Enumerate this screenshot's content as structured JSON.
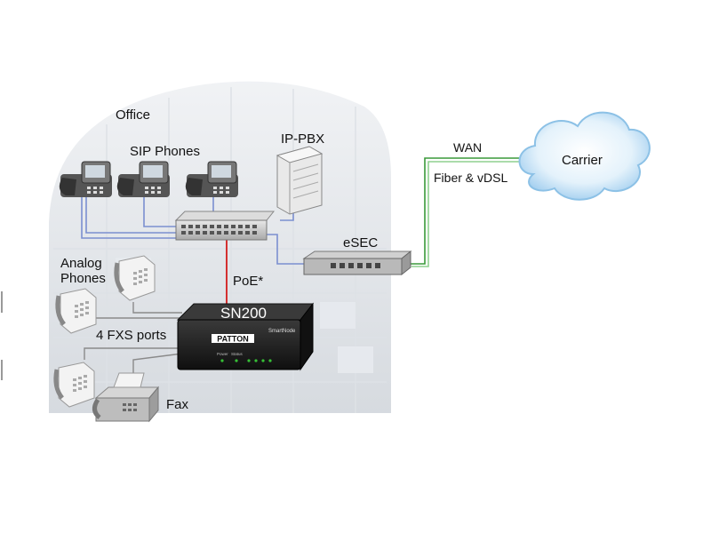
{
  "labels": {
    "office": "Office",
    "sip_phones": "SIP Phones",
    "ip_pbx": "IP-PBX",
    "wan": "WAN",
    "fiber_vdsl": "Fiber & vDSL",
    "carrier": "Carrier",
    "esec": "eSEC",
    "analog_phones_line1": "Analog",
    "analog_phones_line2": "Phones",
    "poe": "PoE*",
    "sn200": "SN200",
    "fxs_ports": "4 FXS ports",
    "fax": "Fax"
  },
  "device_text": {
    "brand": "PATTON",
    "series": "SmartNode",
    "led_labels": [
      "Power",
      "Status"
    ]
  },
  "colors": {
    "ethernet_blue": "#7b8fd0",
    "poe_red": "#d43030",
    "wan_green": "#3a9a3a",
    "fxs_gray": "#8a8a8a",
    "cloud_blue": "#a9d3ef",
    "gateway_black": "#1a1a1a",
    "building_gray": "#cfd4da"
  }
}
